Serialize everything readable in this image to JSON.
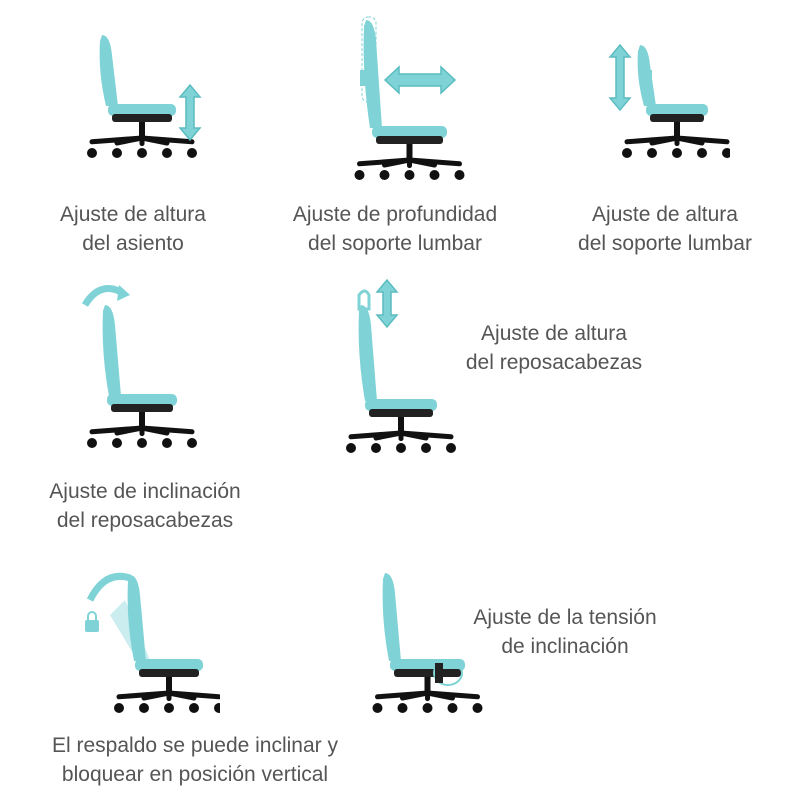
{
  "colors": {
    "teal": "#7fd3d6",
    "teal_dark": "#5bbcc0",
    "base": "#111111",
    "text": "#555555"
  },
  "features": [
    {
      "line1": "Ajuste de altura",
      "line2": "del asiento",
      "icon": "seat-height-arrow"
    },
    {
      "line1": "Ajuste de profundidad",
      "line2": "del soporte lumbar",
      "icon": "lumbar-depth-arrow"
    },
    {
      "line1": "Ajuste de altura",
      "line2": "del soporte lumbar",
      "icon": "lumbar-height-arrow"
    },
    {
      "line1": "Ajuste de inclinación",
      "line2": "del reposacabezas",
      "icon": "headrest-tilt-arrow"
    },
    {
      "line1": "Ajuste de altura",
      "line2": "del reposacabezas",
      "icon": "headrest-height-arrow"
    },
    {
      "line1": "El respaldo se puede inclinar y",
      "line2": "bloquear en posición vertical",
      "icon": "backrest-lock-icon"
    },
    {
      "line1": "Ajuste de la tensión",
      "line2": "de inclinación",
      "icon": "tilt-tension-knob"
    }
  ]
}
